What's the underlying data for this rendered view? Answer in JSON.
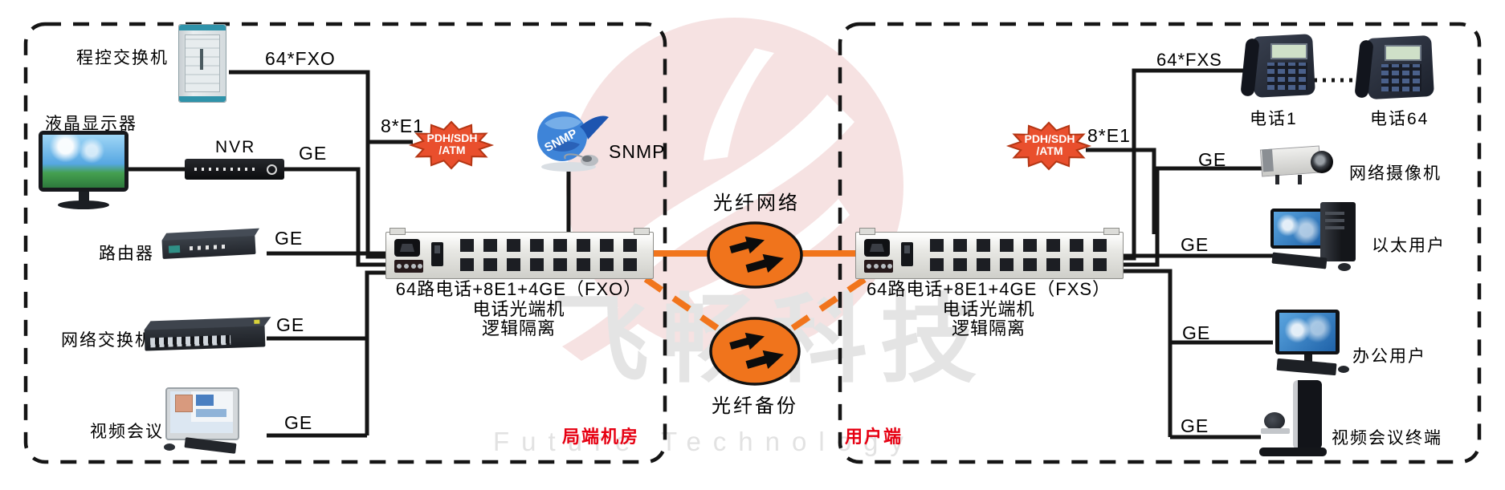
{
  "watermark": {
    "cn": "飞畅科技",
    "en": "Future Technology"
  },
  "labels": {
    "ge": "GE",
    "e1": "8*E1",
    "fxo": "64*FXO",
    "fxs": "64*FXS",
    "snmp": "SNMP"
  },
  "starburst": {
    "line1": "PDH/SDH",
    "line2": "/ATM"
  },
  "left": {
    "zone": "局端机房",
    "pbx": "程控交换机",
    "lcd": "液晶显示器",
    "nvr": "NVR",
    "router": "路由器",
    "switch": "网络交换机",
    "videoconf": "视频会议",
    "mux": {
      "l1": "64路电话+8E1+4GE（FXO）",
      "l2": "电话光端机",
      "l3": "逻辑隔离"
    }
  },
  "center": {
    "fiber_main": "光纤网络",
    "fiber_backup": "光纤备份"
  },
  "right": {
    "zone": "用户端",
    "phone1": "电话1",
    "phone64": "电话64",
    "camera": "网络摄像机",
    "eth_user": "以太用户",
    "office_user": "办公用户",
    "vc_terminal": "视频会议终端",
    "mux": {
      "l1": "64路电话+8E1+4GE（FXS）",
      "l2": "电话光端机",
      "l3": "逻辑隔离"
    }
  }
}
